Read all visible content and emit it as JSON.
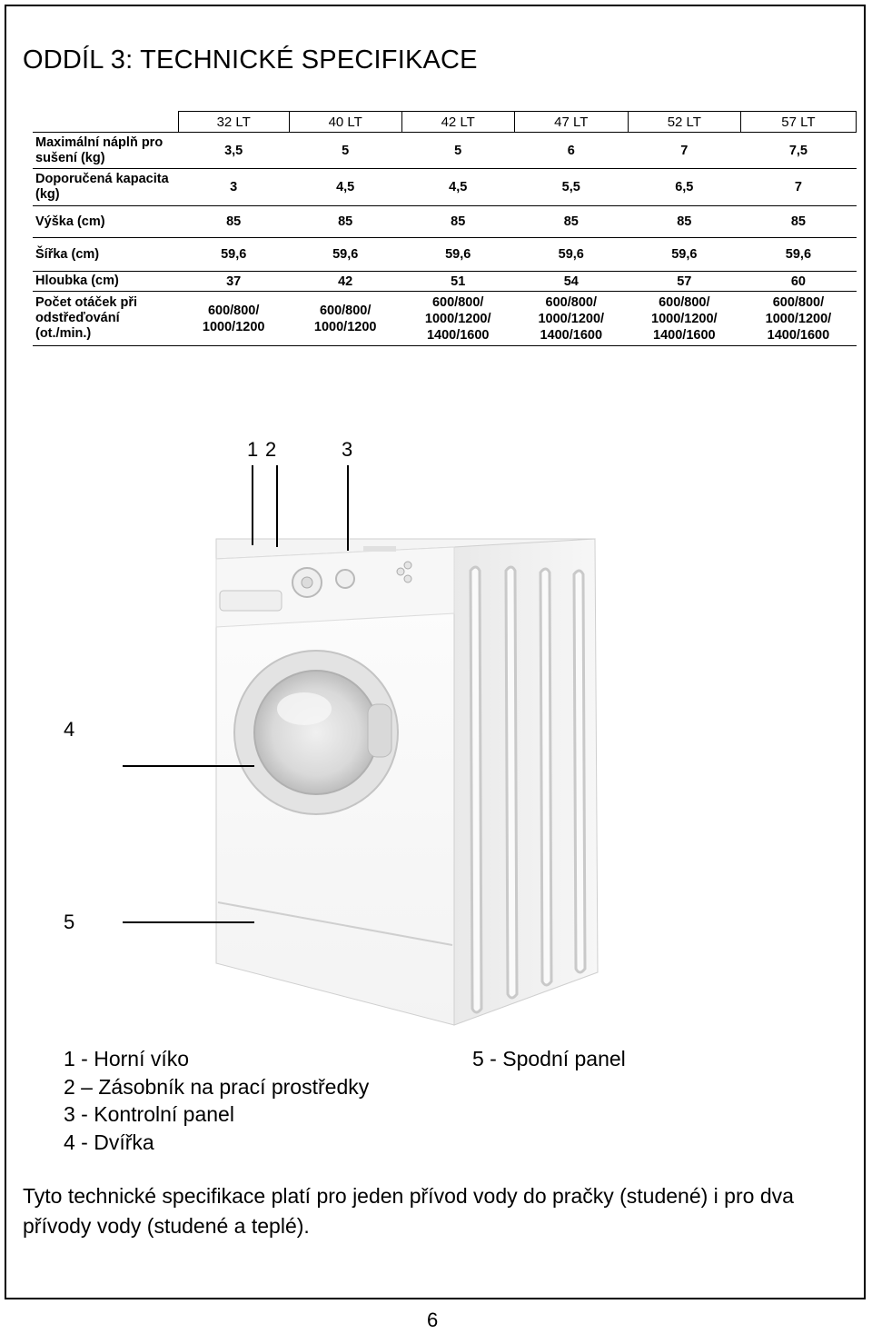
{
  "title": "ODDÍL 3: TECHNICKÉ SPECIFIKACE",
  "table": {
    "columns": [
      "32 LT",
      "40 LT",
      "42 LT",
      "47 LT",
      "52 LT",
      "57 LT"
    ],
    "rows": [
      {
        "label": "Maximální náplň pro sušení (kg)",
        "values": [
          "3,5",
          "5",
          "5",
          "6",
          "7",
          "7,5"
        ]
      },
      {
        "label": "Doporučená kapacita (kg)",
        "values": [
          "3",
          "4,5",
          "4,5",
          "5,5",
          "6,5",
          "7"
        ]
      },
      {
        "label": "Výška (cm)",
        "values": [
          "85",
          "85",
          "85",
          "85",
          "85",
          "85"
        ]
      },
      {
        "label": "Šířka (cm)",
        "values": [
          "59,6",
          "59,6",
          "59,6",
          "59,6",
          "59,6",
          "59,6"
        ]
      },
      {
        "label": "Hloubka (cm)",
        "values": [
          "37",
          "42",
          "51",
          "54",
          "57",
          "60"
        ]
      },
      {
        "label": "Počet otáček při odstřeďování (ot./min.)",
        "values": [
          "600/800/ 1000/1200",
          "600/800/ 1000/1200",
          "600/800/ 1000/1200/ 1400/1600",
          "600/800/ 1000/1200/ 1400/1600",
          "600/800/ 1000/1200/ 1400/1600",
          "600/800/ 1000/1200/ 1400/1600"
        ]
      }
    ]
  },
  "callouts": {
    "c1": "1",
    "c2": "2",
    "c3": "3",
    "c4": "4",
    "c5": "5"
  },
  "legend": {
    "item1": "1 - Horní víko",
    "item2": "2 – Zásobník na prací prostředky",
    "item3": "3 - Kontrolní panel",
    "item4": "4 - Dvířka",
    "item5": "5 - Spodní panel"
  },
  "note": "Tyto technické specifikace platí pro jeden přívod vody do pračky (studené) i pro dva přívody vody (studené a teplé).",
  "page_number": "6"
}
